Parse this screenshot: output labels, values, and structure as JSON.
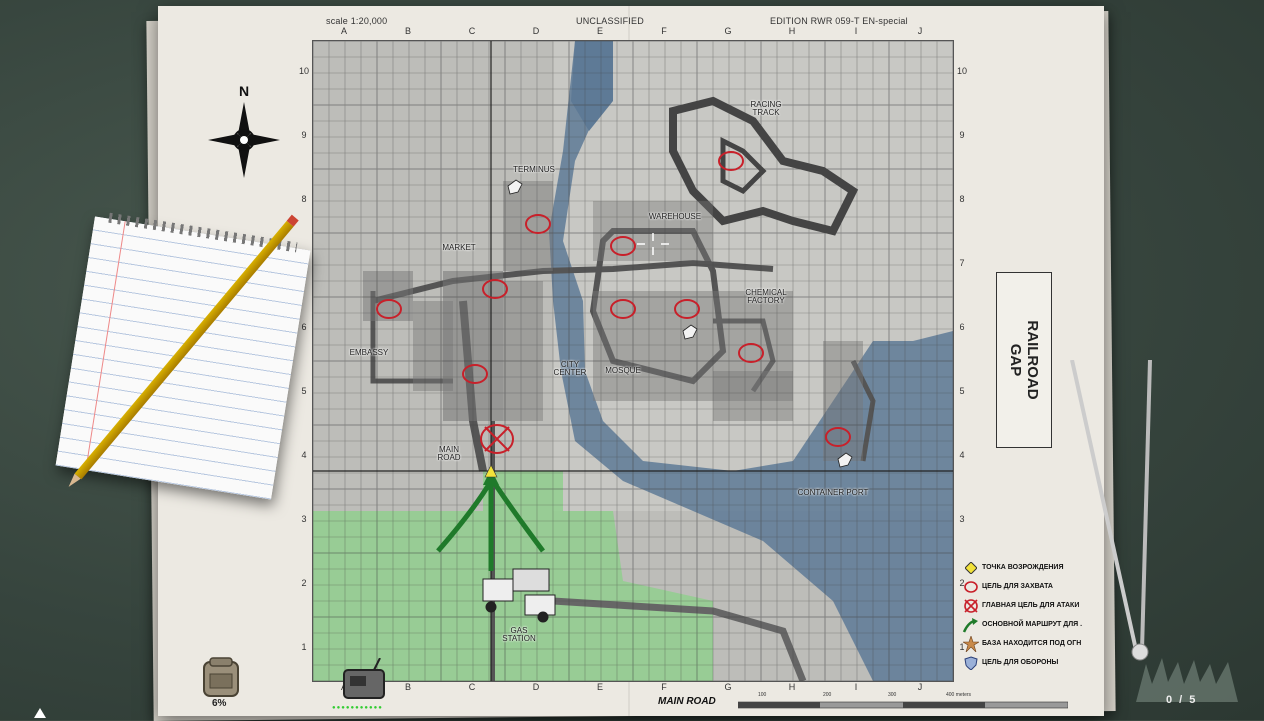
{
  "header": {
    "scale": "scale 1:20,000",
    "classification": "UNCLASSIFIED",
    "edition": "EDITION RWR 059-T EN-special"
  },
  "grid": {
    "columns": [
      "A",
      "B",
      "C",
      "D",
      "E",
      "F",
      "G",
      "H",
      "I",
      "J"
    ],
    "rows": [
      "10",
      "9",
      "8",
      "7",
      "6",
      "5",
      "4",
      "3",
      "2",
      "1"
    ]
  },
  "compass": {
    "north_label": "N"
  },
  "places": {
    "racing_track": "RACING TRACK",
    "terminus": "TERMINUS",
    "warehouse": "WAREHOUSE",
    "market": "MARKET",
    "chemical_factory": "CHEMICAL FACTORY",
    "embassy": "EMBASSY",
    "city_center": "CITY CENTER",
    "mosque": "MOSQUE",
    "main_road": "MAIN ROAD",
    "container_port": "CONTAINER PORT",
    "gas_station": "GAS STATION"
  },
  "railroad_gap": {
    "line1": "RAILROAD",
    "line2": "GAP"
  },
  "legend": [
    {
      "icon": "spawn-point-icon",
      "label": "ТОЧКА ВОЗРОЖДЕНИЯ"
    },
    {
      "icon": "capture-target-icon",
      "label": "ЦЕЛЬ ДЛЯ ЗАХВАТА"
    },
    {
      "icon": "main-attack-target-icon",
      "label": "ГЛАВНАЯ ЦЕЛЬ ДЛЯ АТАКИ"
    },
    {
      "icon": "main-route-arrow-icon",
      "label": "ОСНОВНОЙ МАРШРУТ ДЛЯ ."
    },
    {
      "icon": "base-under-fire-icon",
      "label": "БАЗА НАХОДИТСЯ ПОД ОГН"
    },
    {
      "icon": "defense-target-icon",
      "label": "ЦЕЛЬ ДЛЯ ОБОРОНЫ"
    }
  ],
  "hud": {
    "capture_percent": "6%",
    "bottom_road": "MAIN ROAD",
    "objective_counter": "0 / 5",
    "scale_ticks": [
      "100",
      "200",
      "300",
      "400 meters"
    ]
  },
  "colors": {
    "water": "#5e7a96",
    "friendly_zone": "#8fcf8c",
    "capture_circle": "#c8202a",
    "route_arrow": "#1f7a2a",
    "spawn": "#f2e23a"
  }
}
